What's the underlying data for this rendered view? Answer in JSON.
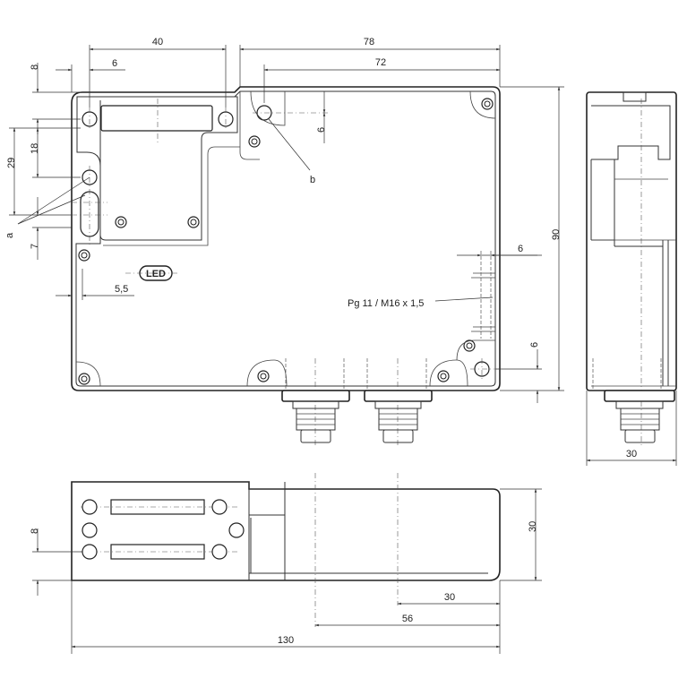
{
  "dimensions": {
    "top_40": "40",
    "top_78": "78",
    "top_6": "6",
    "top_72": "72",
    "top_8": "8",
    "left_18": "18",
    "left_29": "29",
    "left_7": "7",
    "label_a": "a",
    "label_b": "b",
    "right_6_upper": "6",
    "right_6_lower": "6",
    "right_90": "90",
    "hole_6": "6",
    "left_5_5": "5,5",
    "side_30": "30",
    "bottom_8": "8",
    "bottom_30_height": "30",
    "bottom_30_length": "30",
    "bottom_56": "56",
    "bottom_130": "130"
  },
  "labels": {
    "led": "LED",
    "thread": "Pg 11 / M16 x 1,5"
  },
  "colors": {
    "line": "#222222",
    "background": "#ffffff"
  }
}
